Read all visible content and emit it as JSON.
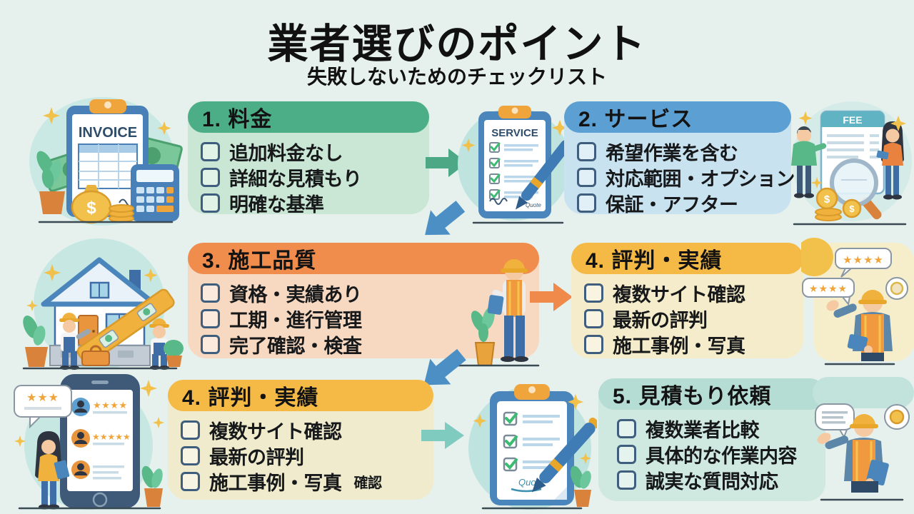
{
  "page": {
    "title": "業者選びのポイント",
    "subtitle": "失敗しないためのチェックリスト",
    "background_color": "#e6f1ed"
  },
  "sections": [
    {
      "number_title": "1. 料金",
      "items": [
        "追加料金なし",
        "詳細な見積もり",
        "明確な基準"
      ],
      "header_color": "#4cae87",
      "body_color": "#c9e7d4"
    },
    {
      "number_title": "2. サービス",
      "items": [
        "希望作業を含む",
        "対応範囲・オプション",
        "保証・アフター"
      ],
      "header_color": "#5c9fd2",
      "body_color": "#c8e2f0"
    },
    {
      "number_title": "3. 施工品質",
      "items": [
        "資格・実績あり",
        "工期・進行管理",
        "完了確認・検査"
      ],
      "header_color": "#f08c4c",
      "body_color": "#f7d8c1"
    },
    {
      "number_title": "4. 評判・実績",
      "items": [
        "複数サイト確認",
        "最新の評判",
        "施工事例・写真"
      ],
      "header_color": "#f4ba45",
      "body_color": "#f4ecca"
    },
    {
      "number_title": "4. 評判・実績",
      "items": [
        "複数サイト確認",
        "最新の評判",
        "施工事例・写真"
      ],
      "item3_note": "確認",
      "header_color": "#f4ba45",
      "body_color": "#f0ebcd"
    },
    {
      "number_title": "5. 見積もり依頼",
      "items": [
        "複数業者比較",
        "具体的な作業内容",
        "誠実な質問対応"
      ],
      "header_color": "#b5ddd4",
      "body_color": "#cfe9e1"
    }
  ],
  "illustrations": {
    "invoice_label": "INVOICE",
    "service_label": "SERVICE",
    "fee_label": "FEE",
    "quote_signature": "Quote",
    "stars3": "★★★",
    "stars4": "★★★★",
    "stars5": "★★★★★"
  },
  "arrows": {
    "step1_to_2_color": "#4ca885",
    "step2_to_3_color": "#4c8fc4",
    "step3_to_4_color": "#ef8a4b",
    "step4_to_4b_color": "#4c8fc4",
    "step4b_to_5_color": "#80cbc0"
  }
}
